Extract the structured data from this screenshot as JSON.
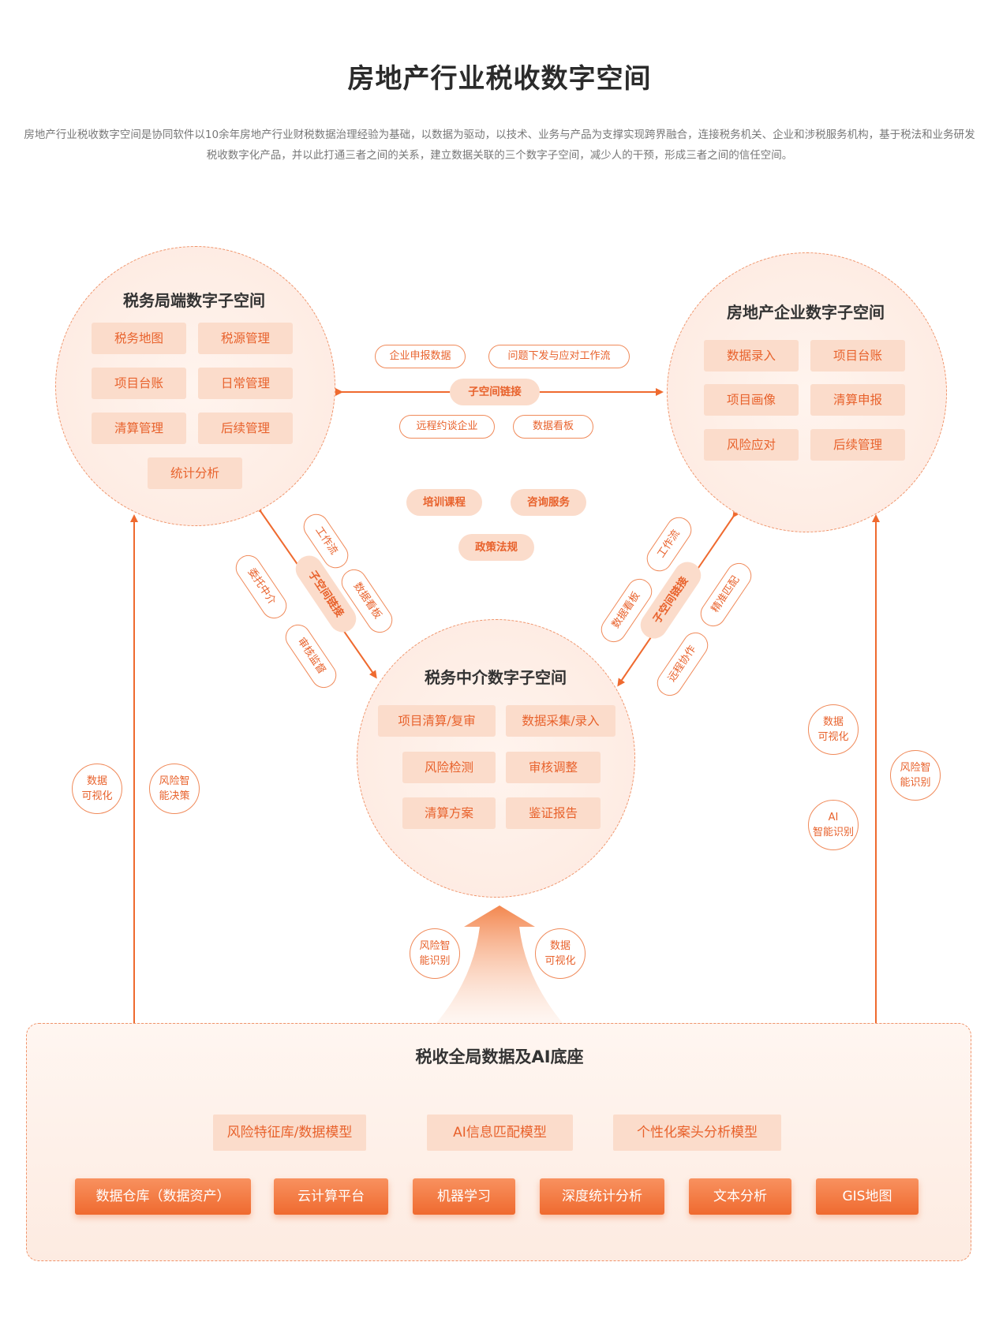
{
  "title": "房地产行业税收数字空间",
  "description": "房地产行业税收数字空间是协同软件以10余年房地产行业财税数据治理经验为基础，以数据为驱动，以技术、业务与产品为支撑实现跨界融合，连接税务机关、企业和涉税服务机构，基于税法和业务研发税收数字化产品，并以此打通三者之间的关系，建立数据关联的三个数字子空间，减少人的干预，形成三者之间的信任空间。",
  "tax_bureau": {
    "title": "税务局端数字子空间",
    "items": [
      "税务地图",
      "税源管理",
      "项目台账",
      "日常管理",
      "清算管理",
      "后续管理",
      "统计分析"
    ]
  },
  "enterprise": {
    "title": "房地产企业数字子空间",
    "items": [
      "数据录入",
      "项目台账",
      "项目画像",
      "清算申报",
      "风险应对",
      "后续管理"
    ]
  },
  "intermediary": {
    "title": "税务中介数字子空间",
    "items": [
      "项目清算/复审",
      "数据采集/录入",
      "风险检测",
      "审核调整",
      "清算方案",
      "鉴证报告"
    ]
  },
  "top_link": {
    "pills": [
      "企业申报数据",
      "问题下发与应对工作流",
      "远程约谈企业",
      "数据看板"
    ],
    "center": "子空间链接"
  },
  "center_services": [
    "培训课程",
    "咨询服务",
    "政策法规"
  ],
  "left_link": {
    "center": "子空间链接",
    "pills": [
      "工作流",
      "委托中介",
      "数据看板",
      "审核监督"
    ]
  },
  "right_link": {
    "center": "子空间链接",
    "pills": [
      "工作流",
      "数据看板",
      "精准匹配",
      "远程协作"
    ]
  },
  "badges": {
    "left": [
      "数据\n可视化",
      "风险智\n能决策"
    ],
    "right": [
      "数据\n可视化",
      "风险智\n能识别",
      "AI\n智能识别"
    ],
    "bottom": [
      "风险智\n能识别",
      "数据\n可视化"
    ]
  },
  "base": {
    "title": "税收全局数据及AI底座",
    "models": [
      "风险特征库/数据模型",
      "AI信息匹配模型",
      "个性化案头分析模型"
    ],
    "platforms": [
      "数据仓库（数据资产）",
      "云计算平台",
      "机器学习",
      "深度统计分析",
      "文本分析",
      "GIS地图"
    ]
  },
  "colors": {
    "accent": "#ef6a2f",
    "light_fill": "#fbdccb",
    "text_accent": "#e8622c"
  }
}
